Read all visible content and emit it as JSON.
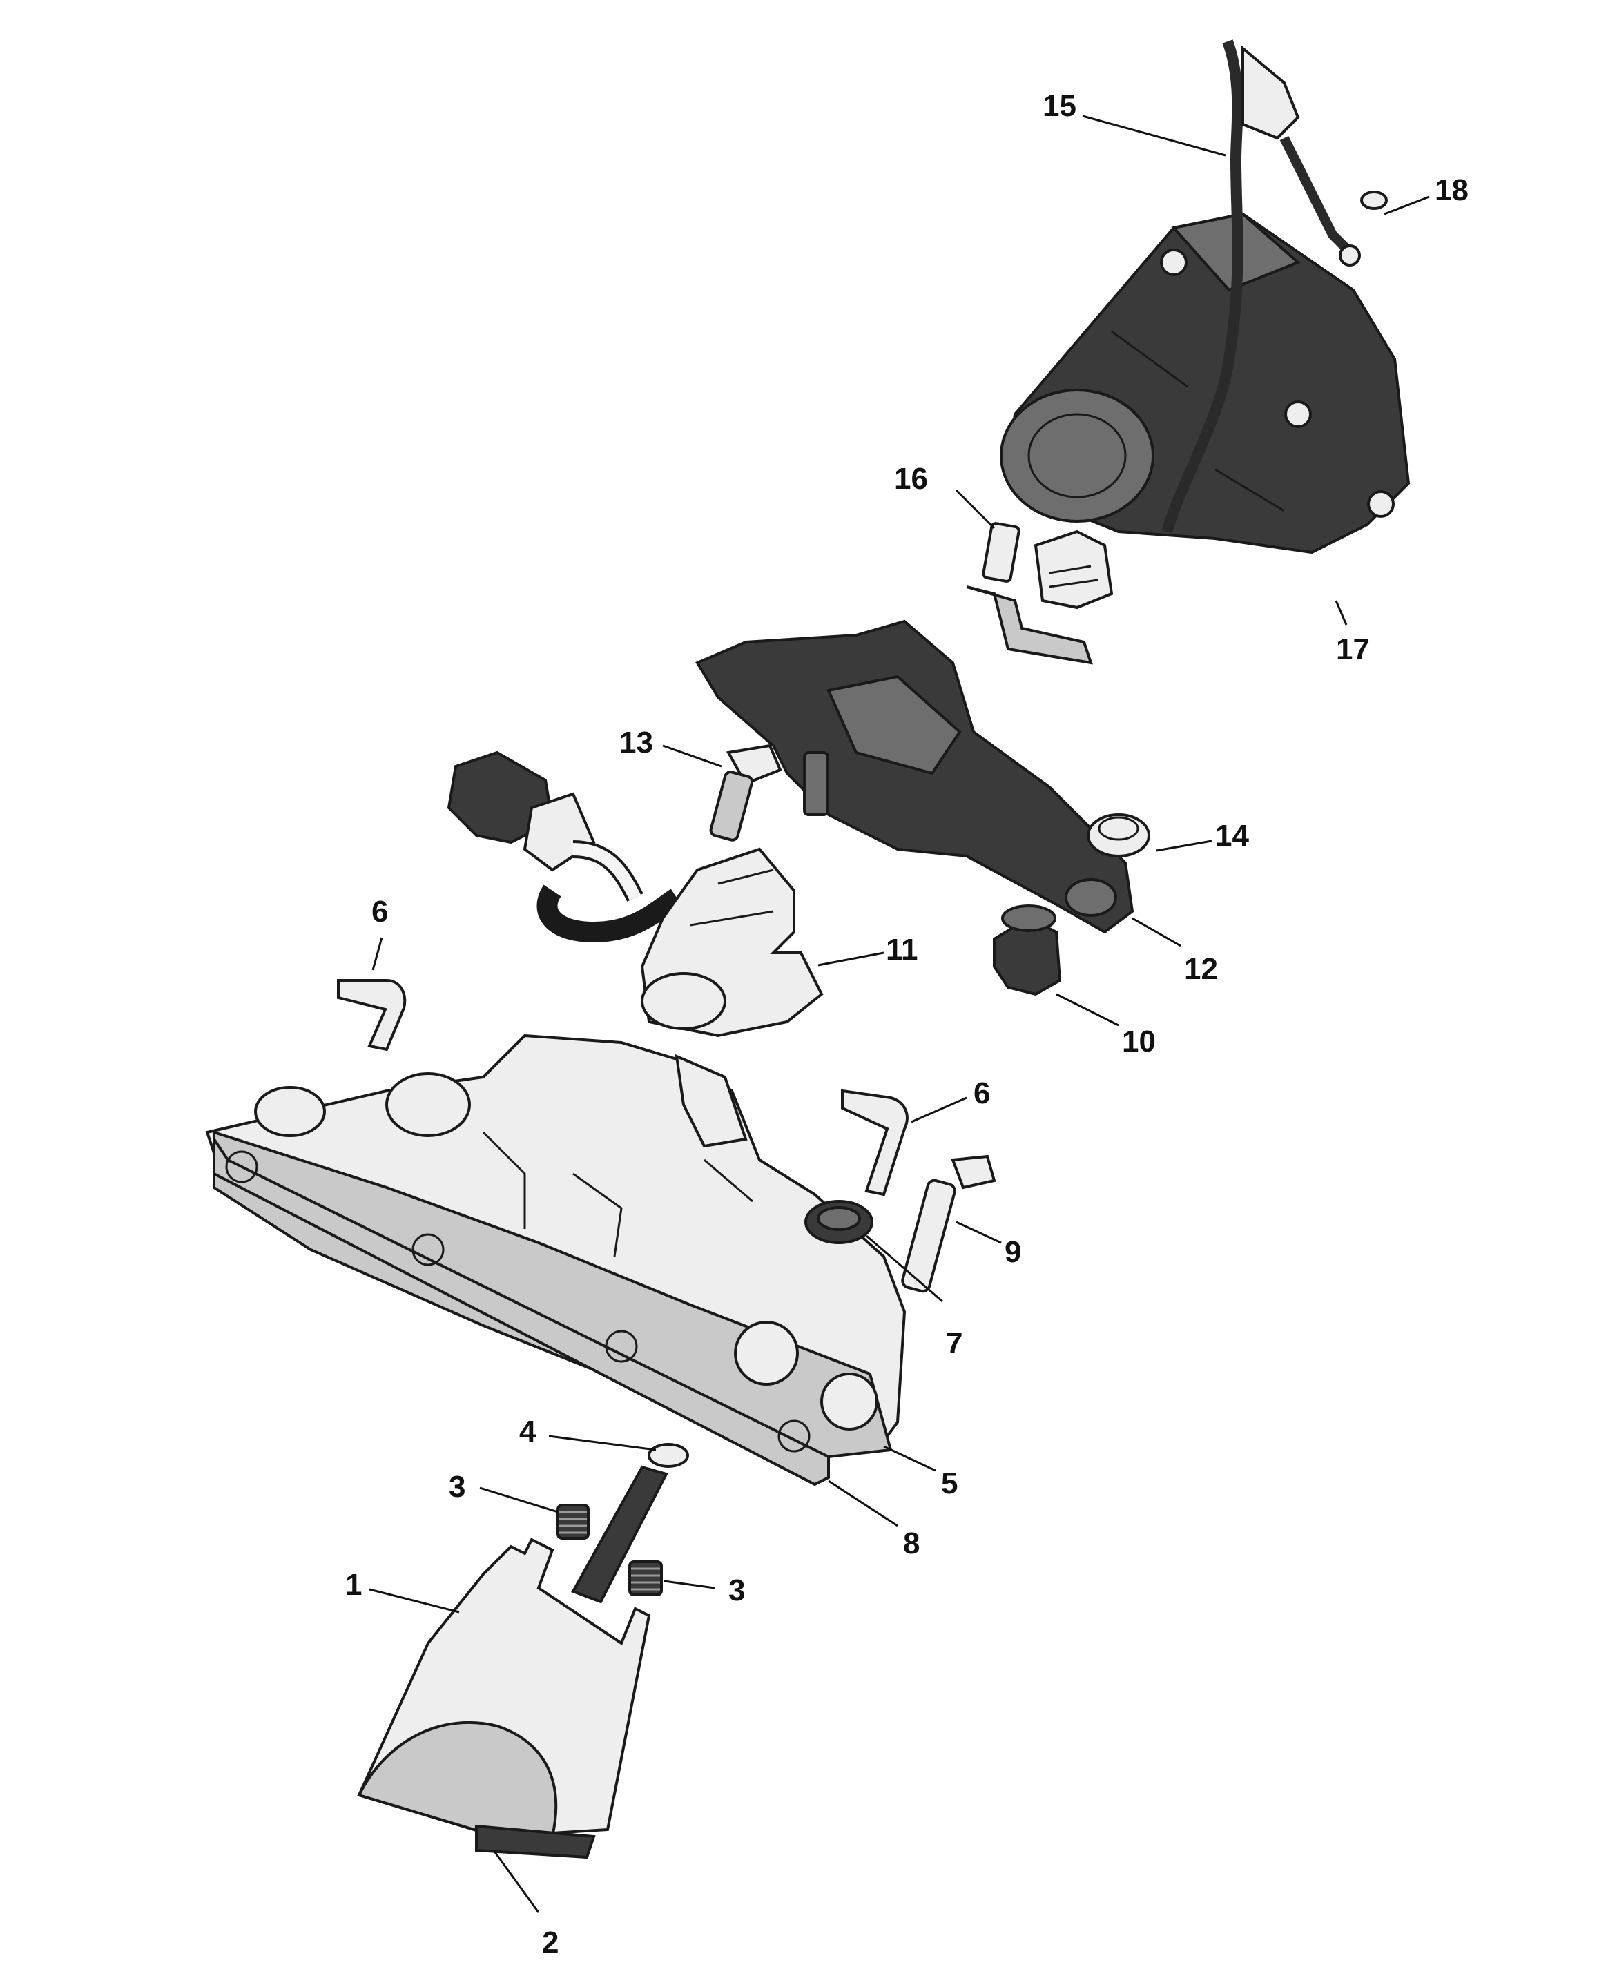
{
  "diagram": {
    "callouts": [
      {
        "id": "c15",
        "label": "15"
      },
      {
        "id": "c18",
        "label": "18"
      },
      {
        "id": "c16",
        "label": "16"
      },
      {
        "id": "c17",
        "label": "17"
      },
      {
        "id": "c13",
        "label": "13"
      },
      {
        "id": "c14",
        "label": "14"
      },
      {
        "id": "c6a",
        "label": "6"
      },
      {
        "id": "c11",
        "label": "11"
      },
      {
        "id": "c12",
        "label": "12"
      },
      {
        "id": "c10",
        "label": "10"
      },
      {
        "id": "c6b",
        "label": "6"
      },
      {
        "id": "c9",
        "label": "9"
      },
      {
        "id": "c7",
        "label": "7"
      },
      {
        "id": "c4",
        "label": "4"
      },
      {
        "id": "c5",
        "label": "5"
      },
      {
        "id": "c3a",
        "label": "3"
      },
      {
        "id": "c8",
        "label": "8"
      },
      {
        "id": "c1",
        "label": "1"
      },
      {
        "id": "c3b",
        "label": "3"
      },
      {
        "id": "c2",
        "label": "2"
      }
    ]
  }
}
